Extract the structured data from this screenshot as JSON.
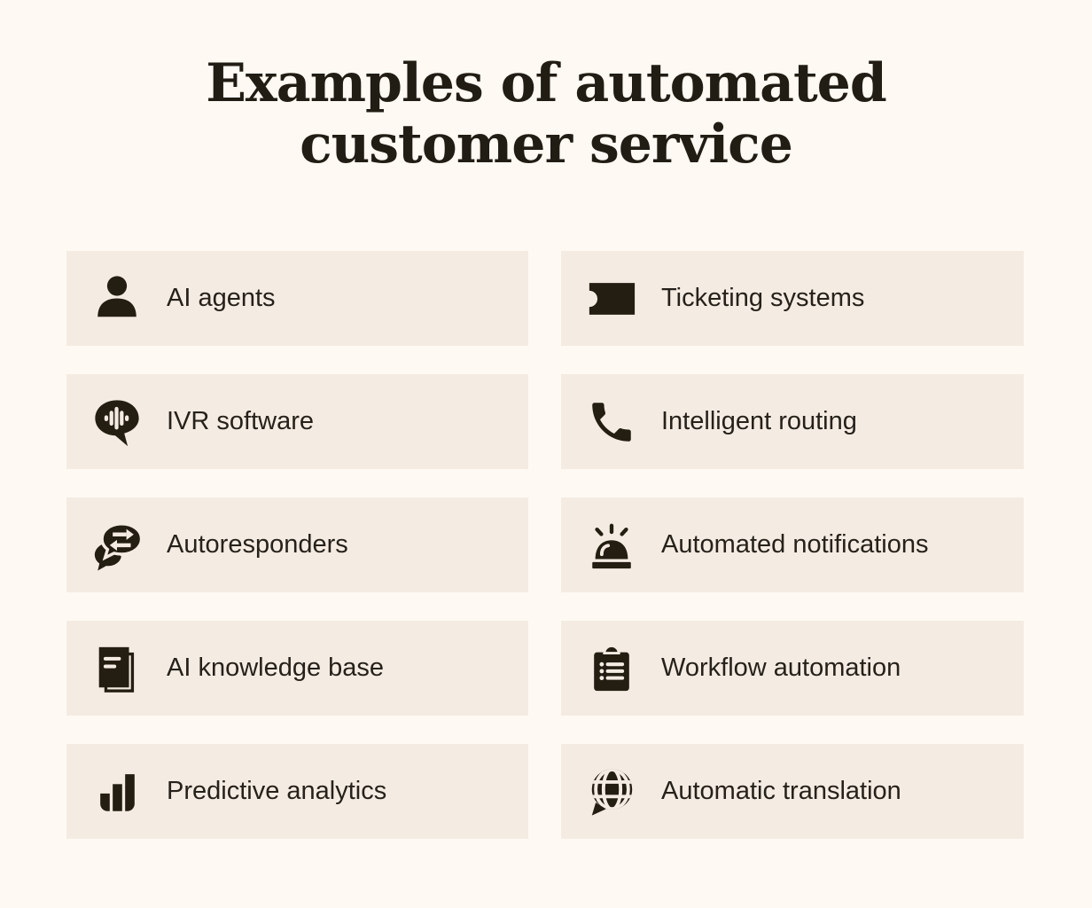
{
  "page": {
    "background_color": "#FEF9F2",
    "card_color": "#F4ECE3",
    "ink_color": "#241E12"
  },
  "title": {
    "line1": "Examples of automated",
    "line2": "customer service"
  },
  "grid": {
    "items": [
      {
        "label": "AI agents",
        "icon": "person-icon"
      },
      {
        "label": "Ticketing systems",
        "icon": "ticket-icon"
      },
      {
        "label": "IVR software",
        "icon": "voice-chat-icon"
      },
      {
        "label": "Intelligent routing",
        "icon": "phone-icon"
      },
      {
        "label": "Autoresponders",
        "icon": "chat-arrows-icon"
      },
      {
        "label": "Automated notifications",
        "icon": "siren-icon"
      },
      {
        "label": "AI knowledge base",
        "icon": "documents-icon"
      },
      {
        "label": "Workflow automation",
        "icon": "clipboard-list-icon"
      },
      {
        "label": "Predictive analytics",
        "icon": "bar-chart-icon"
      },
      {
        "label": "Automatic translation",
        "icon": "globe-icon"
      }
    ]
  }
}
